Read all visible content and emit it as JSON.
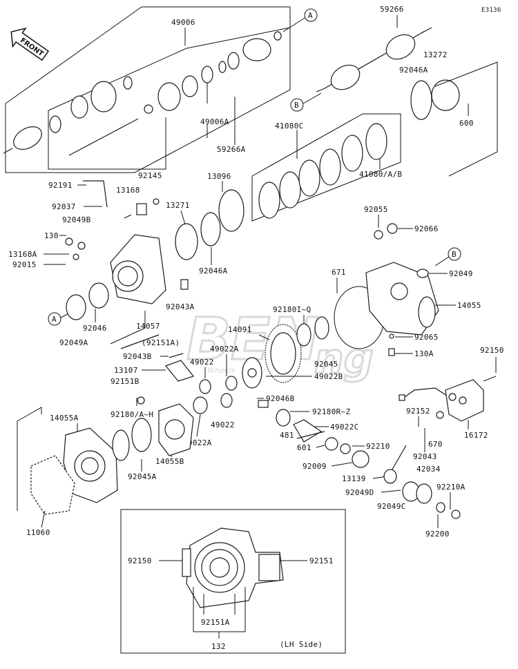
{
  "diagram_code": "E3136",
  "front_label": "FRONT",
  "watermark": {
    "main": "BEN",
    "sub": "Wheels",
    "sub2": "ng"
  },
  "callouts": {
    "circle_a_top": "A",
    "circle_b_top": "B",
    "circle_b_right": "B",
    "circle_a_left": "A"
  },
  "labels": {
    "p49006": "49006",
    "p49006A": "49006A",
    "p59266A": "59266A",
    "p59266": "59266",
    "p13272": "13272",
    "p92046A_top": "92046A",
    "p600": "600",
    "p41080C": "41080C",
    "p41080AB": "41080/A/B",
    "p92191": "92191",
    "p92145": "92145",
    "p13168": "13168",
    "p13096": "13096",
    "p92037": "92037",
    "p13271": "13271",
    "p92049B": "92049B",
    "p130": "130",
    "p13168A": "13168A",
    "p92015": "92015",
    "p92046A_mid": "92046A",
    "p92055": "92055",
    "p92066": "92066",
    "p671": "671",
    "p92049": "92049",
    "p92043A": "92043A",
    "p14055": "14055",
    "p92180IQ": "92180I~Q",
    "p14057": "14057",
    "p14091": "14091",
    "p92046": "92046",
    "p92049A": "92049A",
    "p92151A_paren": "(92151A)",
    "p49022A_top": "49022A",
    "p92065": "92065",
    "p130A": "130A",
    "p92043B": "92043B",
    "p49022_a": "49022",
    "p92045_right": "92045",
    "p13107": "13107",
    "p49022B": "49022B",
    "p92150_right": "92150",
    "p92151B": "92151B",
    "p92046B": "92046B",
    "p92180AH": "92180/A~H",
    "p92180RZ": "92180R~Z",
    "p14055A": "14055A",
    "p49022_b": "49022",
    "p49022C": "49022C",
    "p92152": "92152",
    "p481": "481",
    "p49022A_low": "49022A",
    "p92210_a": "92210",
    "p670": "670",
    "p16172": "16172",
    "p601": "601",
    "p14055B": "14055B",
    "p92043_low": "92043",
    "p92045A": "92045A",
    "p92009": "92009",
    "p42034": "42034",
    "p13139": "13139",
    "p92210A": "92210A",
    "p92049D": "92049D",
    "p11060": "11060",
    "p92049C": "92049C",
    "p92200": "92200",
    "p92150_inset": "92150",
    "p92151_inset": "92151",
    "p92151A_inset": "92151A",
    "p132": "132",
    "lh_side": "(LH Side)"
  }
}
